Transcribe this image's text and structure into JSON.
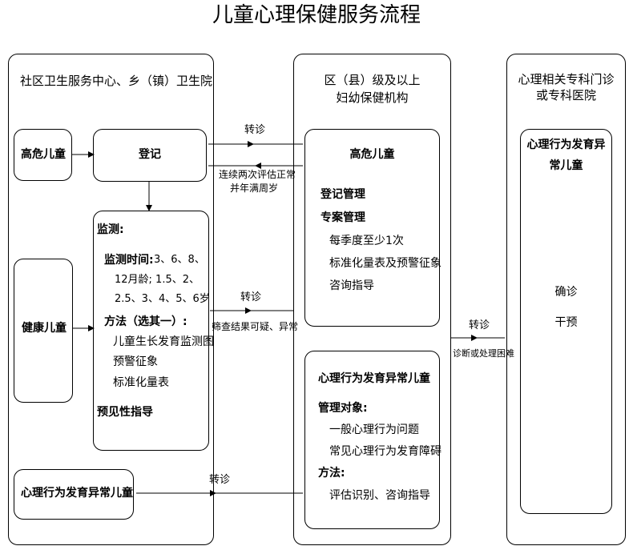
{
  "title": "儿童心理保健服务流程",
  "col1": {
    "header": "社区卫生服务中心、乡（镇）卫生院",
    "high_risk": "高危儿童",
    "register": "登记",
    "healthy": "健康儿童",
    "abnormal": "心理行为发育异常儿童",
    "monitor": {
      "heading": "监测:",
      "time_label": "监测时间:",
      "time_1": "3、6、8、",
      "time_2": "12月龄; 1.5、2、",
      "time_3": "2.5、3、4、5、6岁",
      "method_label": "方法（选其一）:",
      "methods": [
        "儿童生长发育监测图",
        "预警征象",
        "标准化量表"
      ],
      "guidance": "预见性指导"
    }
  },
  "col2": {
    "header_1": "区（县）级及以上",
    "header_2": "妇幼保健机构",
    "high_risk": {
      "title": "高危儿童",
      "reg": "登记管理",
      "case": "专案管理",
      "items": [
        "每季度至少1次",
        "标准化量表及预警征象",
        "咨询指导"
      ]
    },
    "abnormal": {
      "title": "心理行为发育异常儿童",
      "target": "管理对象:",
      "targets": [
        "一般心理行为问题",
        "常见心理行为发育障碍"
      ],
      "method": "方法:",
      "method_text": "评估识别、咨询指导"
    }
  },
  "col3": {
    "header_1": "心理相关专科门诊",
    "header_2": "或专科医院",
    "box_title_1": "心理行为发育异",
    "box_title_2": "常儿童",
    "confirm": "确诊",
    "intervene": "干预"
  },
  "arrows": {
    "referral": "转诊",
    "back_1": "连续两次评估正常",
    "back_2": "并年满周岁",
    "screen": "筛查结果可疑、异常",
    "difficult": "诊断或处理困难"
  }
}
